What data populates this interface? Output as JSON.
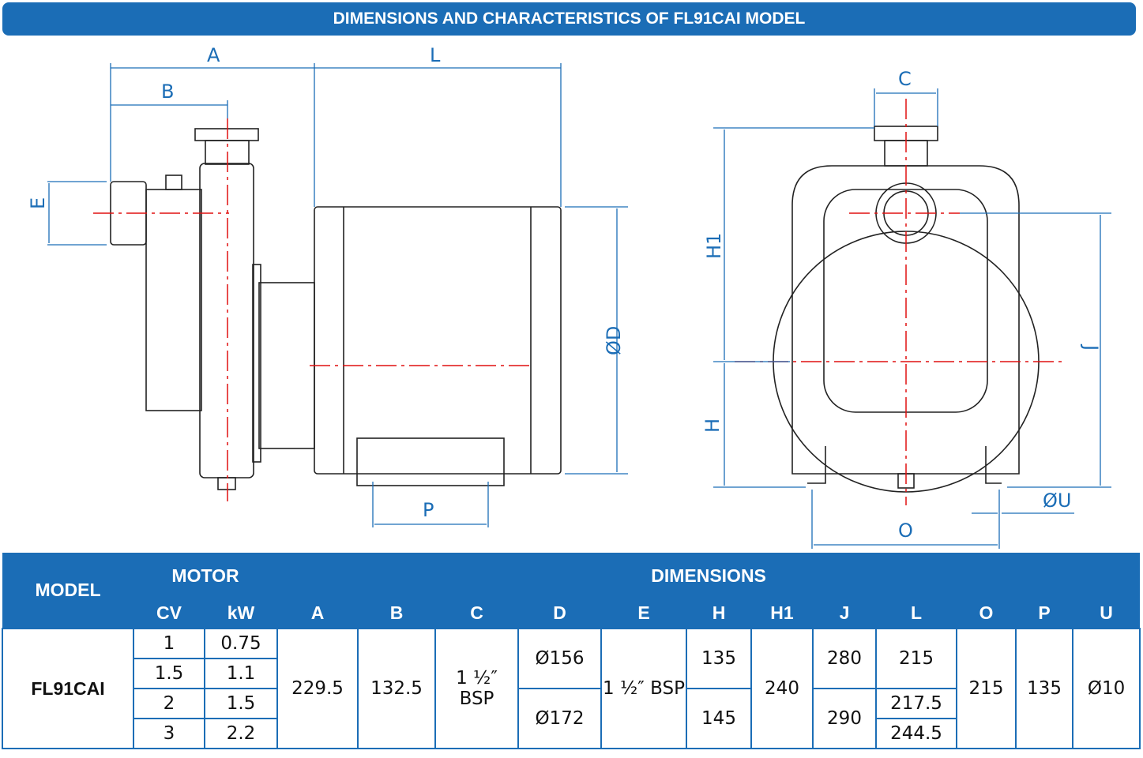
{
  "title": "DIMENSIONS AND CHARACTERISTICS OF FL91CAI MODEL",
  "diagram_labels": {
    "A": "A",
    "B": "B",
    "L": "L",
    "E": "E",
    "D": "ØD",
    "P": "P",
    "C": "C",
    "H1": "H1",
    "H": "H",
    "J": "J",
    "U": "ØU",
    "O": "O"
  },
  "table": {
    "model_header": "MODEL",
    "motor_header": "MOTOR",
    "dimensions_header": "DIMENSIONS",
    "columns": [
      "CV",
      "kW",
      "A",
      "B",
      "C",
      "D",
      "E",
      "H",
      "H1",
      "J",
      "L",
      "O",
      "P",
      "U"
    ],
    "model": "FL91CAI",
    "cv": [
      "1",
      "1.5",
      "2",
      "3"
    ],
    "kw": [
      "0.75",
      "1.1",
      "1.5",
      "2.2"
    ],
    "A": "229.5",
    "B": "132.5",
    "C": "1 ½″ BSP",
    "D": [
      "Ø156",
      "Ø172"
    ],
    "E": "1 ½″ BSP",
    "H": [
      "135",
      "145"
    ],
    "H1": "240",
    "J": [
      "280",
      "290"
    ],
    "L": [
      "215",
      "217.5",
      "244.5"
    ],
    "O": "215",
    "P": "135",
    "U": "Ø10"
  },
  "colors": {
    "brand": "#1b6db6",
    "centerline": "#e01010"
  }
}
